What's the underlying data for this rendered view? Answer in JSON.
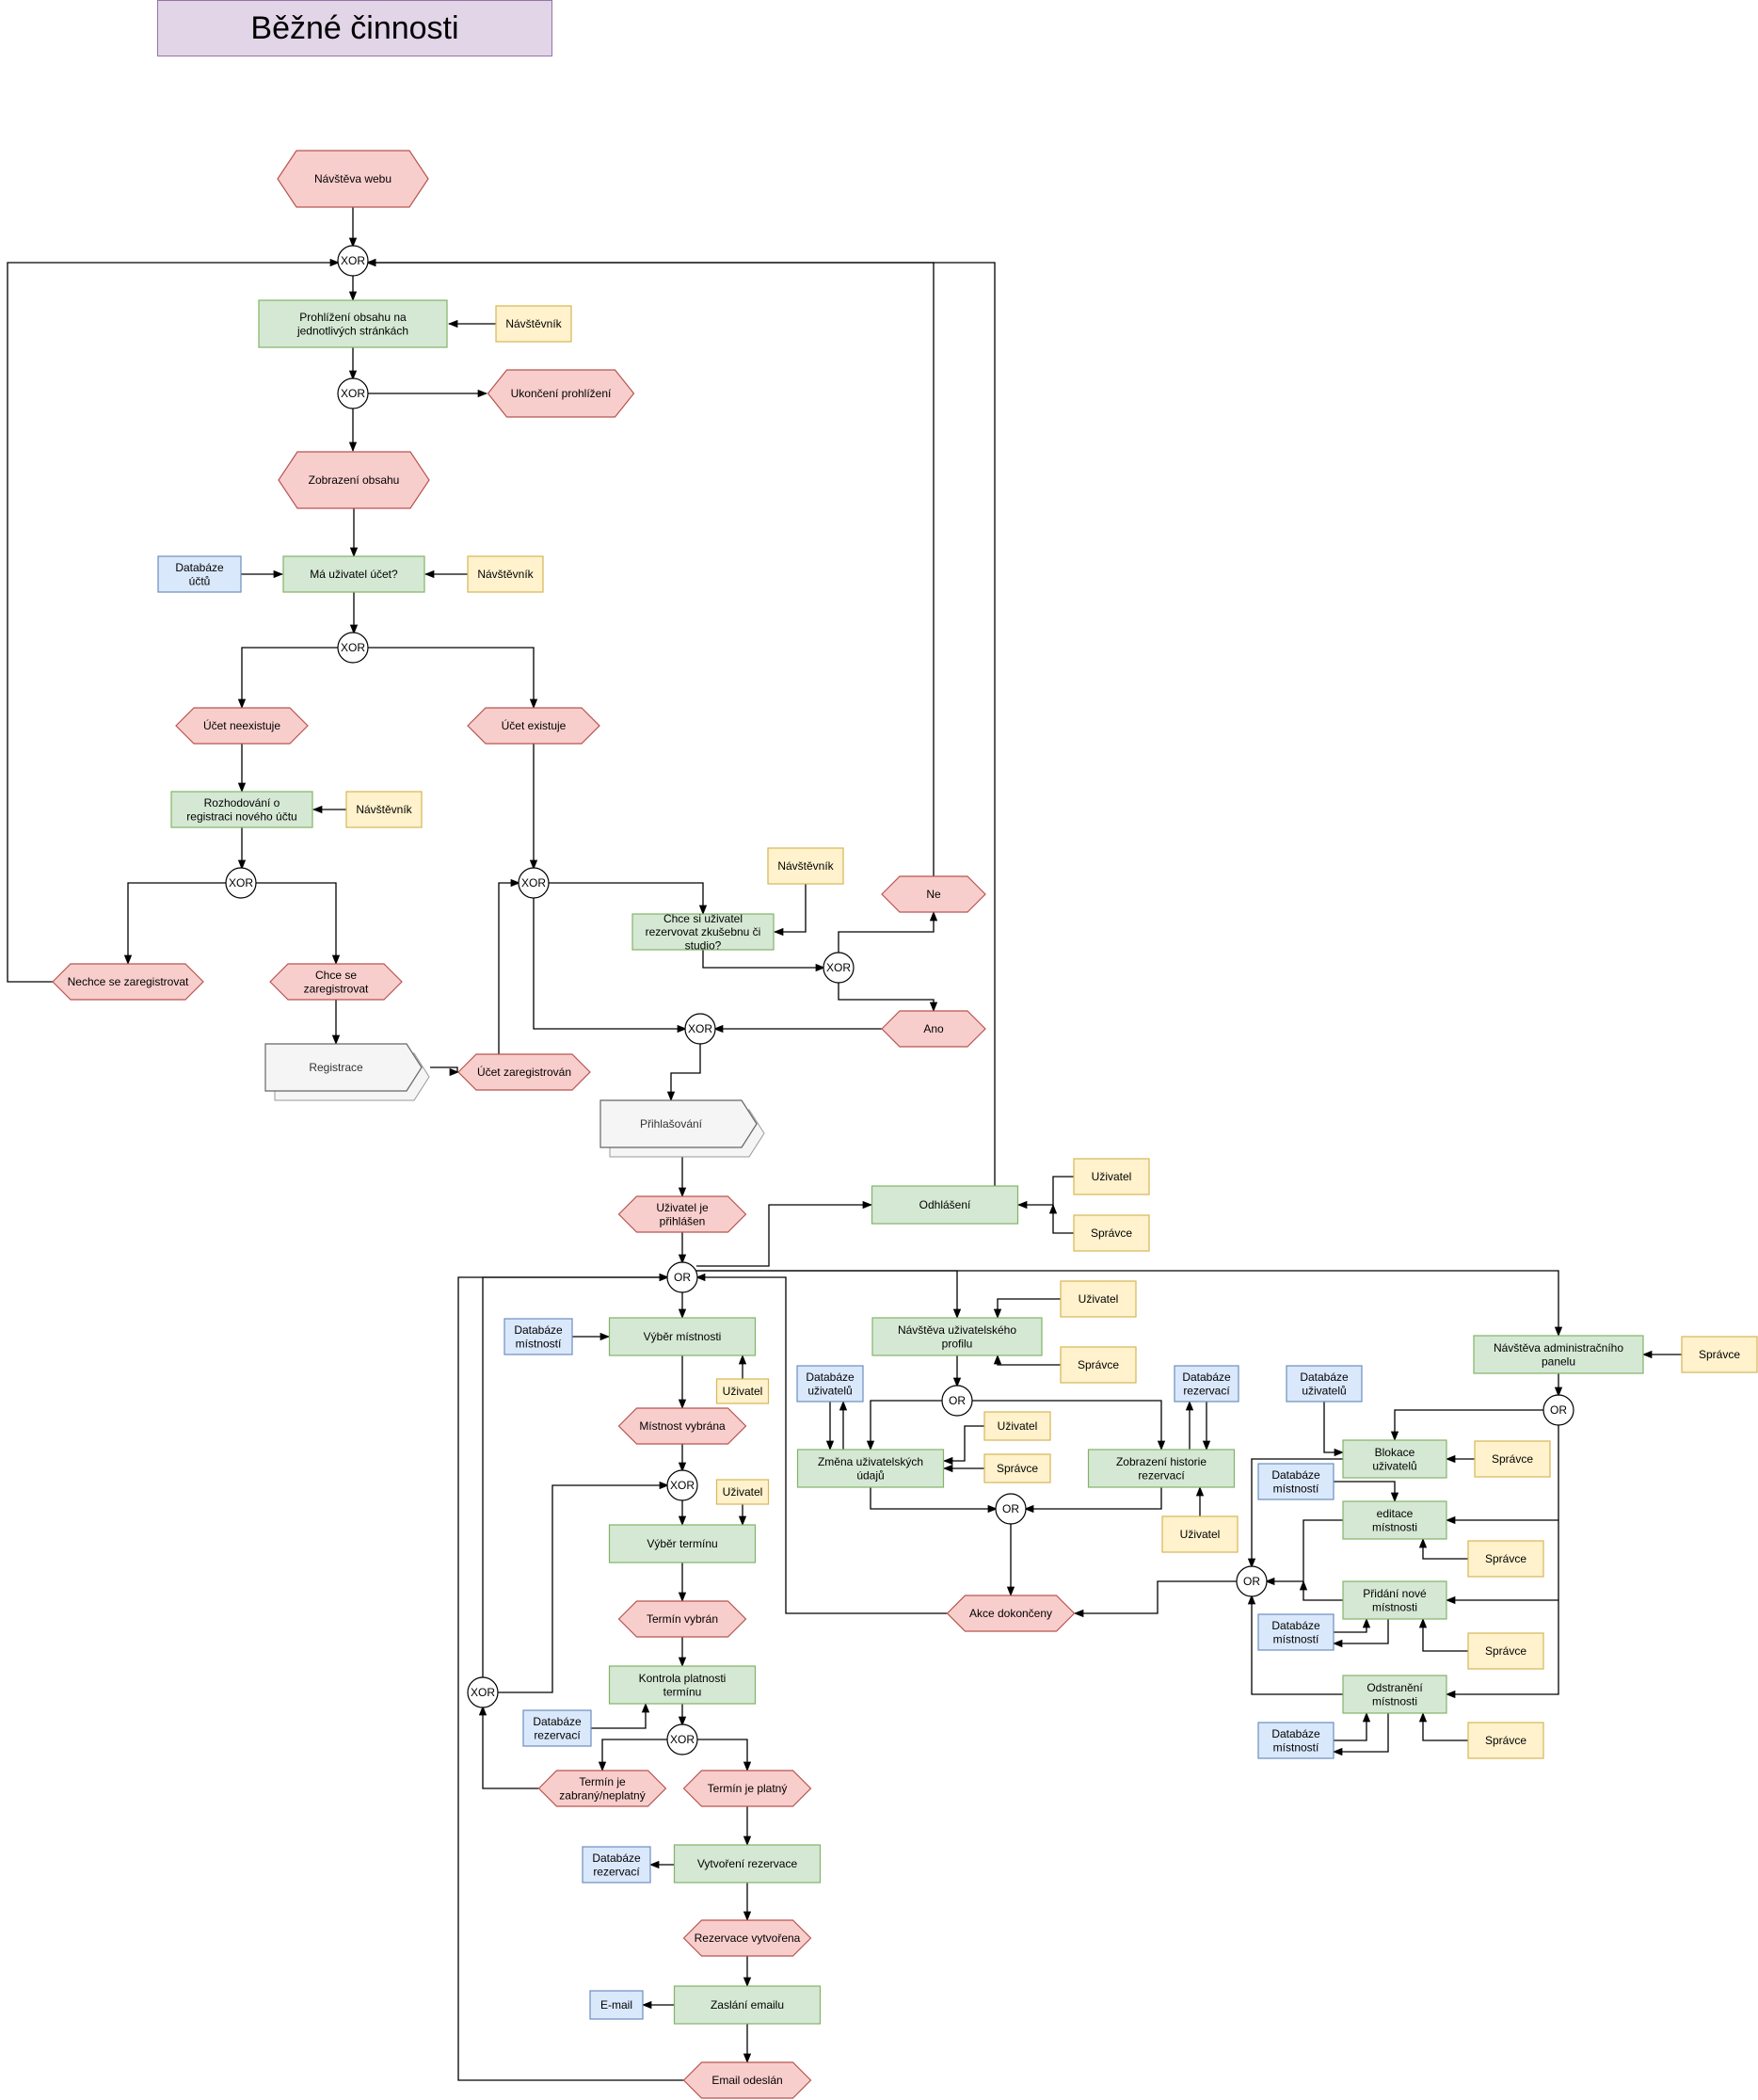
{
  "title": "Běžné činnosti",
  "colors": {
    "event_fill": "#f8cecc",
    "event_stroke": "#b85450",
    "function_fill": "#d5e8d4",
    "function_stroke": "#82b366",
    "org_fill": "#fff2cc",
    "org_stroke": "#d6b656",
    "data_fill": "#dae8fc",
    "data_stroke": "#6c8ebf",
    "process_fill": "#f5f5f5",
    "process_stroke": "#666666",
    "connector_fill": "#ffffff",
    "connector_stroke": "#000000",
    "line": "#000000"
  },
  "nodes": {
    "ev_navsteva_webu": "Návštěva webu",
    "xor_1": "XOR",
    "fn_prohlizeni": "Prohlížení obsahu na jednotlivých stránkách",
    "org_navstevnik_1": "Návštěvník",
    "xor_2": "XOR",
    "ev_ukonceni": "Ukončení prohlížení",
    "ev_zobrazeni": "Zobrazení obsahu",
    "data_db_uctu": "Databáze účtů",
    "fn_ma_ucet": "Má uživatel účet?",
    "org_navstevnik_2": "Návštěvník",
    "xor_3": "XOR",
    "ev_ucet_neexistuje": "Účet neexistuje",
    "ev_ucet_existuje": "Účet existuje",
    "fn_rozhodovani": "Rozhodování o registraci nového účtu",
    "org_navstevnik_3": "Návštěvník",
    "xor_4": "XOR",
    "ev_nechce": "Nechce se zaregistrovat",
    "ev_chce": "Chce se zaregistrovat",
    "proc_registrace": "Registrace",
    "ev_ucet_zaregistrovan": "Účet zaregistrován",
    "xor_5": "XOR",
    "org_navstevnik_4": "Návštěvník",
    "fn_chce_rezervovat": "Chce si uživatel rezervovat zkušebnu či studio?",
    "ev_ne": "Ne",
    "xor_6": "XOR",
    "ev_ano": "Ano",
    "xor_7": "XOR",
    "proc_prihlasovani": "Přihlašování",
    "ev_prihlasen": "Uživatel je přihlášen",
    "fn_odhlaseni": "Odhlášení",
    "org_uzivatel_odhl": "Uživatel",
    "org_spravce_odhl": "Správce",
    "or_main": "OR",
    "data_db_mistnosti_1": "Databáze místností",
    "fn_vyber_mistnosti": "Výběr místnosti",
    "org_uzivatel_mist": "Uživatel",
    "ev_mistnost_vybrana": "Místnost vybrána",
    "xor_8": "XOR",
    "org_uzivatel_term": "Uživatel",
    "fn_vyber_terminu": "Výběr termínu",
    "ev_termin_vybran": "Termín vybrán",
    "fn_kontrola": "Kontrola platnosti termínu",
    "data_db_rezervaci_1": "Databáze rezervací",
    "xor_9": "XOR",
    "xor_10": "XOR",
    "ev_termin_zabrany": "Termín je zabraný/neplatný",
    "ev_termin_platny": "Termín je platný",
    "data_db_rezervaci_2": "Databáze rezervací",
    "fn_vytvoreni": "Vytvoření rezervace",
    "ev_rezervace_vytvorena": "Rezervace vytvořena",
    "data_email": "E-mail",
    "fn_zaslani": "Zaslání emailu",
    "ev_email_odeslan": "Email odeslán",
    "org_uzivatel_prof": "Uživatel",
    "fn_navsteva_profilu": "Návštěva uživatelského profilu",
    "org_spravce_prof": "Správce",
    "data_db_uzivatelu_1": "Databáze uživatelů",
    "or_profil": "OR",
    "data_db_rezervaci_3": "Databáze rezervací",
    "org_uzivatel_zmena": "Uživatel",
    "fn_zmena": "Změna uživatelských údajů",
    "org_spravce_zmena": "Správce",
    "fn_historie": "Zobrazení historie rezervací",
    "or_profil_2": "OR",
    "org_uzivatel_hist": "Uživatel",
    "ev_akce_dokonceny": "Akce dokončeny",
    "fn_admin": "Návštěva administračního panelu",
    "org_spravce_admin": "Správce",
    "data_db_uzivatelu_2": "Databáze uživatelů",
    "or_admin": "OR",
    "fn_blokace": "Blokace uživatelů",
    "org_spravce_blok": "Správce",
    "data_db_mistnosti_2": "Databáze místností",
    "fn_editace": "editace místnosti",
    "org_spravce_edit": "Správce",
    "or_admin_2": "OR",
    "fn_pridani": "Přidání nové místnosti",
    "data_db_mistnosti_3": "Databáze místností",
    "org_spravce_prid": "Správce",
    "fn_odstraneni": "Odstranění místnosti",
    "data_db_mistnosti_4": "Databáze místností",
    "org_spravce_odst": "Správce"
  }
}
